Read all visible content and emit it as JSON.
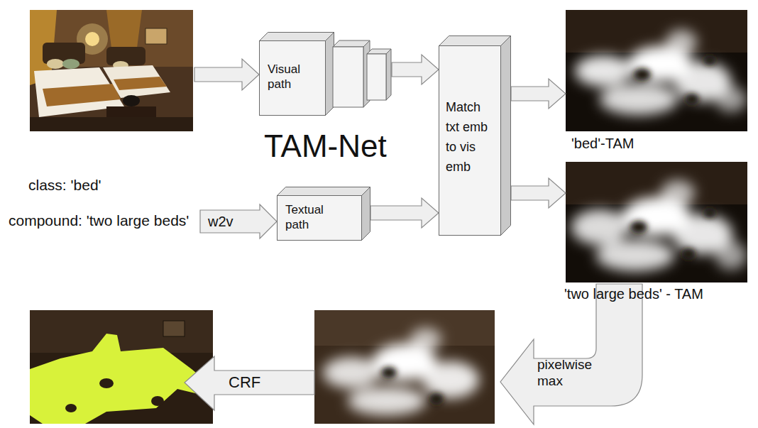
{
  "diagram": {
    "nodes": [
      {
        "text": [
          "Visual path"
        ]
      },
      {
        "text": [
          "Match txt emb to vis emb"
        ]
      },
      {
        "text": [
          "'bed'-TAM"
        ]
      },
      {
        "text": [
          "Textual path"
        ]
      },
      {
        "text": [
          "'two large beds' - TAM"
        ]
      }
    ],
    "edges": [
      {
        "from": 0,
        "to": 1,
        "arrow": "to"
      },
      {
        "from": 3,
        "to": 1,
        "arrow": "to"
      },
      {
        "from": 1,
        "to": 2,
        "arrow": "to"
      },
      {
        "from": 1,
        "to": 4,
        "arrow": "to"
      }
    ],
    "labels": [
      "TAM-Net",
      "class: 'bed'",
      "compound: 'two large beds'",
      "w2v",
      "pixelwise max",
      "CRF"
    ]
  }
}
